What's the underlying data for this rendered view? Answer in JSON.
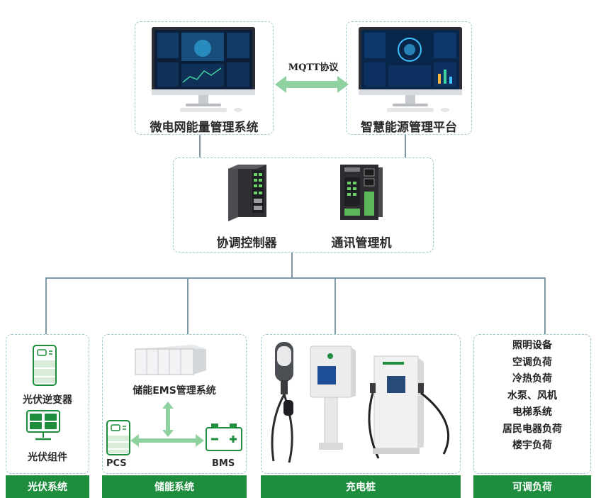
{
  "top": {
    "left_system": "微电网能量管理系统",
    "right_system": "智慧能源管理平台",
    "protocol": "MQTT协议"
  },
  "middle": {
    "controller": "协调控制器",
    "gateway": "通讯管理机"
  },
  "pv": {
    "inverter": "光伏逆变器",
    "module": "光伏组件",
    "footer": "光伏系统"
  },
  "storage": {
    "ems": "储能EMS管理系统",
    "pcs": "PCS",
    "bms": "BMS",
    "footer": "储能系统"
  },
  "charging": {
    "footer": "充电桩"
  },
  "loads": {
    "items": [
      "照明设备",
      "空调负荷",
      "冷热负荷",
      "水泵、风机",
      "电梯系统",
      "居民电器负荷",
      "楼宇负荷"
    ],
    "footer": "可调负荷"
  },
  "colors": {
    "accent_green": "#1e8e3e",
    "arrow_green": "#8fd0a0",
    "dashed_border": "#9ec7cf"
  }
}
